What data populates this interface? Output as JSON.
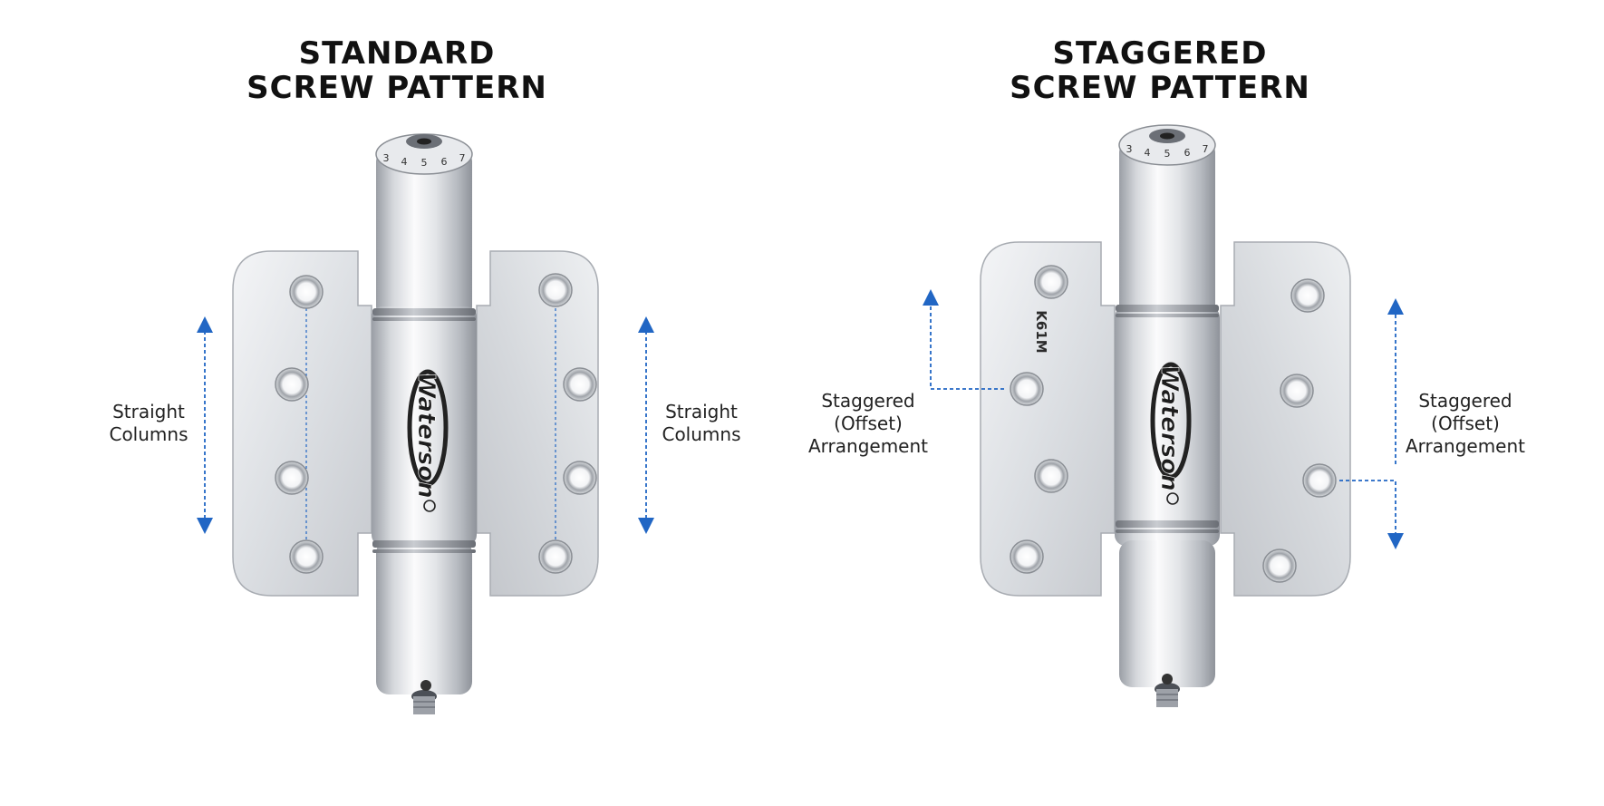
{
  "standard": {
    "title_line1": "STANDARD",
    "title_line2": "SCREW PATTERN",
    "left_label": [
      "Straight",
      "Columns"
    ],
    "right_label": [
      "Straight",
      "Columns"
    ],
    "dial_numbers": [
      "3",
      "4",
      "5",
      "6",
      "7"
    ],
    "brand": "Waterson"
  },
  "staggered": {
    "title_line1": "STAGGERED",
    "title_line2": "SCREW PATTERN",
    "left_label": [
      "Staggered",
      "(Offset)",
      "Arrangement"
    ],
    "right_label": [
      "Staggered",
      "(Offset)",
      "Arrangement"
    ],
    "dial_numbers": [
      "3",
      "4",
      "5",
      "6",
      "7"
    ],
    "brand": "Waterson",
    "model_mark": "K61M"
  },
  "colors": {
    "arrow": "#2166c4",
    "metal_light": "#f2f3f5",
    "metal_mid": "#c9ccd1",
    "metal_dark": "#8c9097",
    "text": "#111111"
  }
}
